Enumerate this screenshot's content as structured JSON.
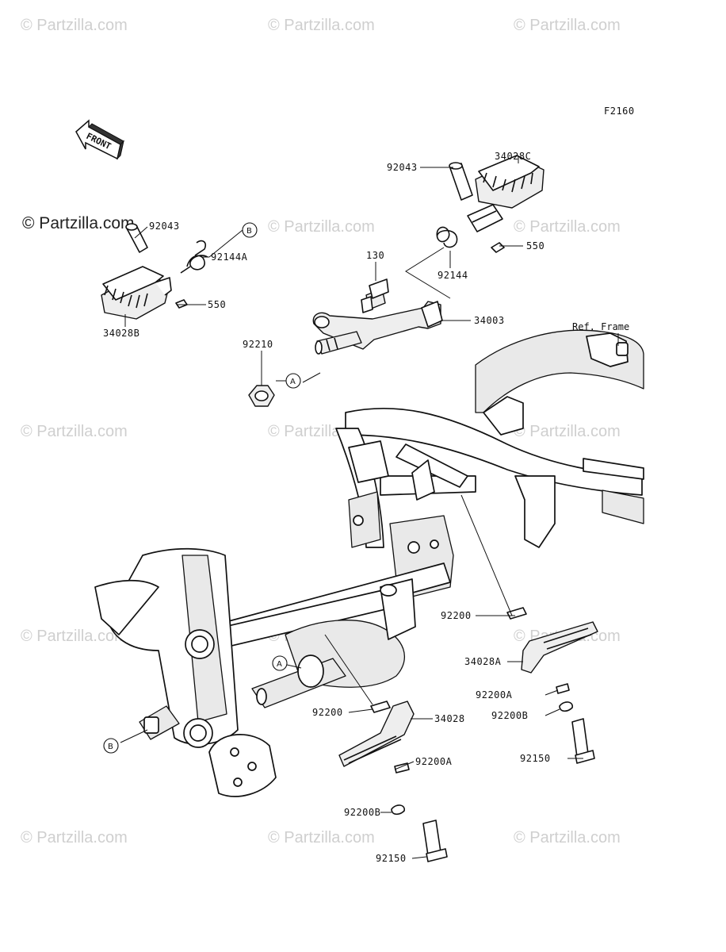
{
  "diagram_code": "F2160",
  "front_arrow_label": "FRONT",
  "watermark_text": "© Partzilla.com",
  "ref_frame_label": "Ref. Frame",
  "callout_a": "A",
  "callout_b": "B",
  "labels": {
    "p92043_left": "92043",
    "p92144A": "92144A",
    "p550_left": "550",
    "p34028B": "34028B",
    "p92043_right": "92043",
    "p34028C": "34028C",
    "p550_right": "550",
    "p92144": "92144",
    "p130": "130",
    "p34003": "34003",
    "p92210": "92210",
    "p92200_right": "92200",
    "p34028A": "34028A",
    "p92200A_right": "92200A",
    "p92200B_right": "92200B",
    "p92150_right": "92150",
    "p92200_left": "92200",
    "p34028": "34028",
    "p92200A_left": "92200A",
    "p92200B_left": "92200B",
    "p92150_left": "92150"
  }
}
